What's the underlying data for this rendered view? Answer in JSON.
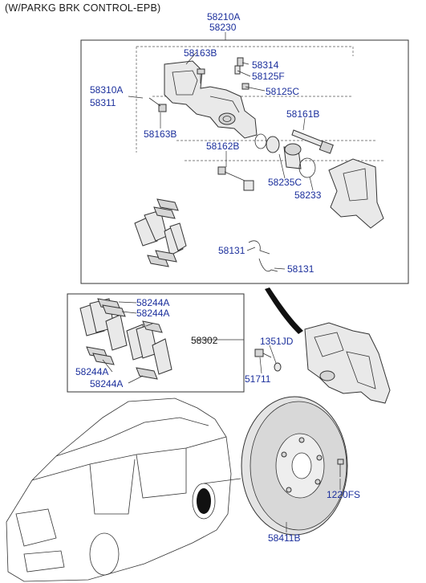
{
  "header": {
    "title": "(W/PARKG BRK CONTROL-EPB)"
  },
  "parts": {
    "assy_main": "58210A",
    "assy_main2": "58230",
    "carrier_left": "58310A",
    "carrier_left2": "58311",
    "bolt_top": "58163B",
    "bleeder": "58314",
    "cap_f": "58125F",
    "cap_c": "58125C",
    "bolt_left": "58163B",
    "guide_pin_b": "58161B",
    "guide_pin_bolt": "58162B",
    "piston": "58235C",
    "piston_seal": "58233",
    "spring_1": "58131",
    "spring_2": "58131",
    "clip_1": "58244A",
    "clip_2": "58244A",
    "clip_3": "58244A",
    "clip_4": "58244A",
    "pad_kit": "58302",
    "bolt_1351": "1351JD",
    "washer_51711": "51711",
    "screw_1220": "1220FS",
    "disc": "58411B"
  }
}
